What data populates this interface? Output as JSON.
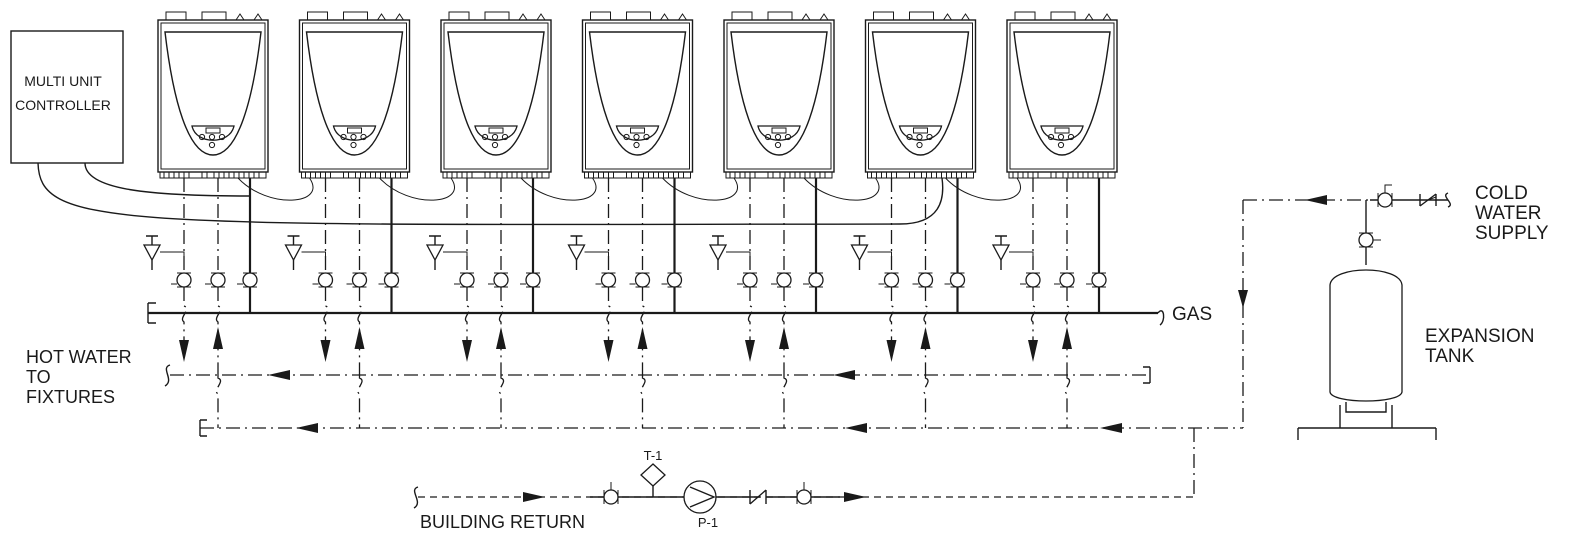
{
  "controller": {
    "line1": "MULTI UNIT",
    "line2": "CONTROLLER"
  },
  "heater_count": 7,
  "labels": {
    "gas": "GAS",
    "hot_water": [
      "HOT WATER",
      "TO",
      "FIXTURES"
    ],
    "cold_water": [
      "COLD",
      "WATER",
      "SUPPLY"
    ],
    "expansion_tank": [
      "EXPANSION",
      "TANK"
    ],
    "building_return": "BUILDING RETURN",
    "tank_tag": "T-1",
    "pump_tag": "P-1"
  },
  "icons": [
    "water-heater-icon",
    "ball-valve-icon",
    "relief-valve-icon",
    "check-valve-icon",
    "pump-icon",
    "flow-arrow-icon"
  ]
}
